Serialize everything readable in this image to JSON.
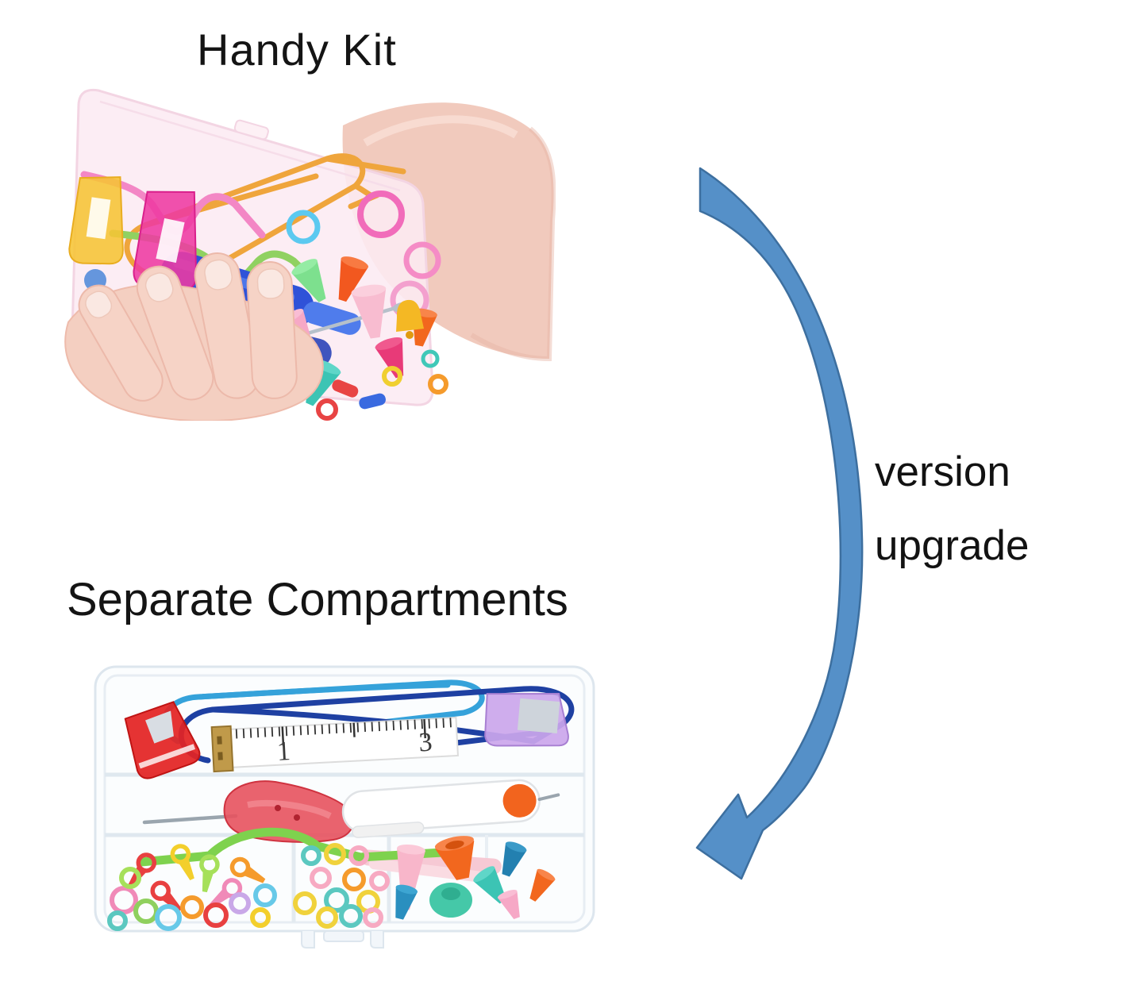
{
  "canvas": {
    "background": "#ffffff"
  },
  "labels": {
    "handy_kit": "Handy Kit",
    "separate_compartments": "Separate Compartments",
    "upgrade_line1": "version",
    "upgrade_line2": "upgrade"
  },
  "arrow": {
    "fill": "#5590C8",
    "outline": "#3D6F9F"
  },
  "handy_kit_photo": {
    "depicts": "hand holding translucent case filled with colorful knitting accessories"
  },
  "compartments_photo": {
    "depicts": "clear organizer box with separate compartments of knitting tools",
    "tape_numbers": [
      "1",
      "3"
    ]
  }
}
